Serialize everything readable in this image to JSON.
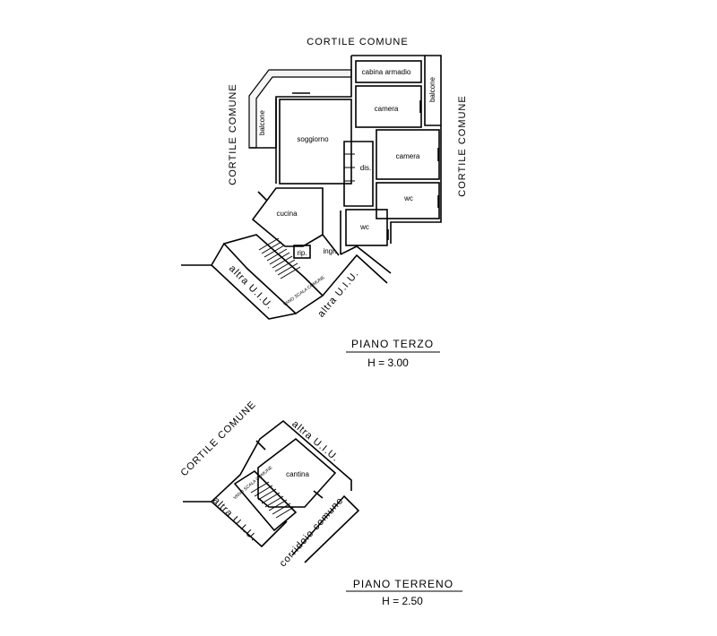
{
  "upper_floor": {
    "cortile_top": "CORTILE  COMUNE",
    "cortile_left": "CORTILE  COMUNE",
    "cortile_right": "CORTILE  COMUNE",
    "balcone_left": "balcone",
    "balcone_right": "balcone",
    "cabina_armadio": "cabina armadio",
    "camera_1": "camera",
    "camera_2": "camera",
    "soggiorno": "soggiorno",
    "dis": "dis.",
    "wc_1": "wc",
    "wc_2": "wc",
    "cucina": "cucina",
    "rip": "rip.",
    "ingr": "ingr.",
    "vano_scala": "VANO SCALA COMUNE",
    "altra_left": "altra  U.I.U.",
    "altra_right": "altra  U.I.U.",
    "floor_title": "PIANO   TERZO",
    "height": "H = 3.00"
  },
  "ground_floor": {
    "cortile": "CORTILE COMUNE",
    "altra_top": "altra U.I.U.",
    "altra_left": "altra U.I.U.",
    "cantina": "cantina",
    "vano_scala": "VANO SCALA COMUNE",
    "corridoio": "corridoio comune",
    "floor_title": "PIANO   TERRENO",
    "height": "H = 2.50"
  }
}
